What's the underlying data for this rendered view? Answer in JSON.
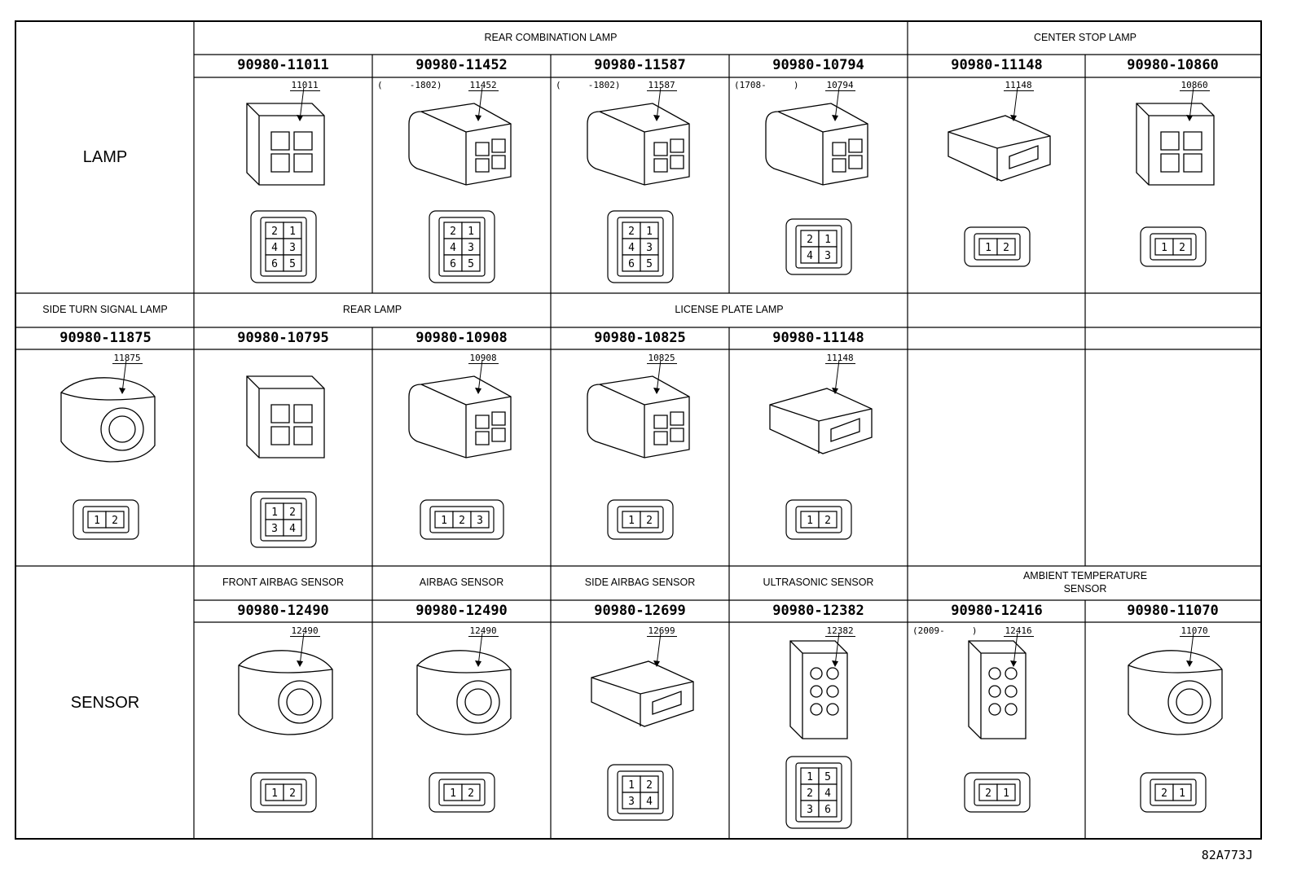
{
  "categories": {
    "lamp": "LAMP",
    "sensor": "SENSOR"
  },
  "groups": {
    "rear_combination_lamp": "REAR COMBINATION LAMP",
    "center_stop_lamp": "CENTER STOP LAMP",
    "side_turn_signal_lamp": "SIDE TURN SIGNAL LAMP",
    "rear_lamp": "REAR LAMP",
    "license_plate_lamp": "LICENSE PLATE LAMP",
    "front_airbag_sensor": "FRONT AIRBAG SENSOR",
    "airbag_sensor": "AIRBAG SENSOR",
    "side_airbag_sensor": "SIDE AIRBAG SENSOR",
    "ultrasonic_sensor": "ULTRASONIC SENSOR",
    "ambient_temperature_sensor": "AMBIENT TEMPERATURE SENSOR"
  },
  "connectors": [
    {
      "part": "90980-11011",
      "tag": "11011",
      "note": "",
      "pins": [
        "2",
        "1",
        "4",
        "3",
        "6",
        "5"
      ]
    },
    {
      "part": "90980-11452",
      "tag": "11452",
      "note": "(     -1802)",
      "pins": [
        "2",
        "1",
        "4",
        "3",
        "6",
        "5"
      ]
    },
    {
      "part": "90980-11587",
      "tag": "11587",
      "note": "(     -1802)",
      "pins": [
        "2",
        "1",
        "4",
        "3",
        "6",
        "5"
      ]
    },
    {
      "part": "90980-10794",
      "tag": "10794",
      "note": "(1708-     )",
      "pins": [
        "2",
        "1",
        "4",
        "3"
      ]
    },
    {
      "part": "90980-11148",
      "tag": "11148",
      "note": "",
      "pins": [
        "1",
        "2"
      ]
    },
    {
      "part": "90980-10860",
      "tag": "10860",
      "note": "",
      "pins": [
        "1",
        "2"
      ]
    },
    {
      "part": "90980-11875",
      "tag": "11875",
      "note": "",
      "pins": [
        "1",
        "2"
      ]
    },
    {
      "part": "90980-10795",
      "tag": "",
      "note": "",
      "pins": [
        "1",
        "2",
        "3",
        "4"
      ]
    },
    {
      "part": "90980-10908",
      "tag": "10908",
      "note": "",
      "pins": [
        "1",
        "2",
        "3"
      ]
    },
    {
      "part": "90980-10825",
      "tag": "10825",
      "note": "",
      "pins": [
        "1",
        "2"
      ]
    },
    {
      "part": "90980-11148",
      "tag": "11148",
      "note": "",
      "pins": [
        "1",
        "2"
      ]
    },
    {
      "part": "90980-12490",
      "tag": "12490",
      "note": "",
      "pins": [
        "1",
        "2"
      ]
    },
    {
      "part": "90980-12490",
      "tag": "12490",
      "note": "",
      "pins": [
        "1",
        "2"
      ]
    },
    {
      "part": "90980-12699",
      "tag": "12699",
      "note": "",
      "pins": [
        "1",
        "2",
        "3",
        "4"
      ]
    },
    {
      "part": "90980-12382",
      "tag": "12382",
      "note": "",
      "pins": [
        "1",
        "5",
        "2",
        "4",
        "3",
        "6"
      ]
    },
    {
      "part": "90980-12416",
      "tag": "12416",
      "note": "(2009-     )",
      "pins": [
        "2",
        "1"
      ]
    },
    {
      "part": "90980-11070",
      "tag": "11070",
      "note": "",
      "pins": [
        "2",
        "1"
      ]
    }
  ],
  "footer": "82A773J"
}
